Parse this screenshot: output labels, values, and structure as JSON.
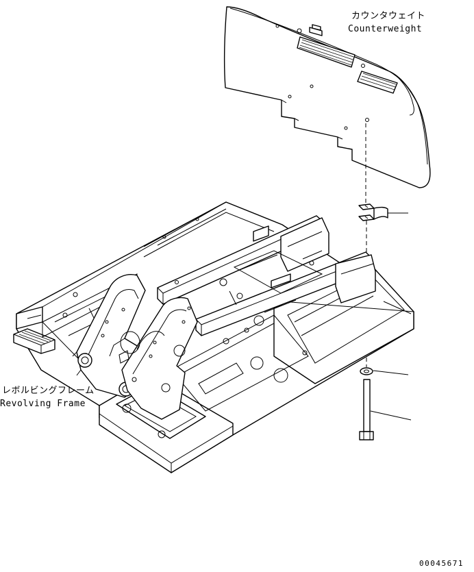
{
  "labels": {
    "counterweight_jp": "カウンタウェイト",
    "counterweight_en": "Counterweight",
    "revolving_frame_jp": "レボルビングフレーム",
    "revolving_frame_en": "Revolving Frame"
  },
  "figure_number": "00045671",
  "icons": [
    "counterweight-part",
    "revolving-frame-part",
    "bolt-part",
    "washer-part",
    "shim-part"
  ]
}
